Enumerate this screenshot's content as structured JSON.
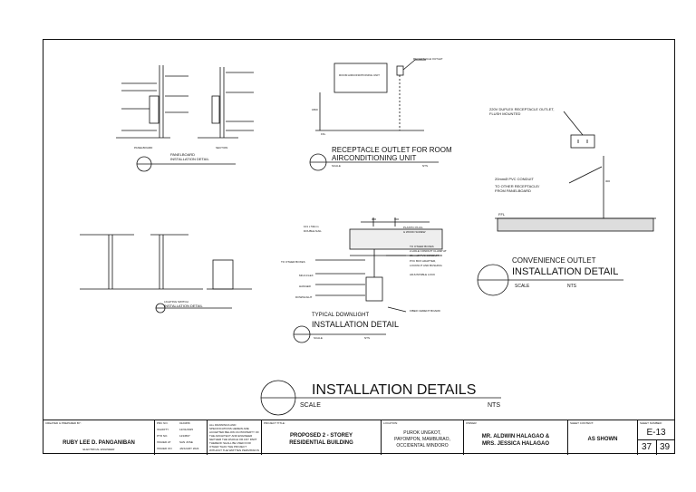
{
  "details": {
    "panelboard": {
      "title_line1": "PANELBOARD",
      "title_line2": "INSTALLATION DETAIL",
      "label_left": "PANELBOARD",
      "label_section": "SECTION"
    },
    "receptacle_ac": {
      "title_line1": "RECEPTACLE OUTLET FOR ROOM",
      "title_line2": "AIRCONDITIONING UNIT",
      "scale_label": "SCALE",
      "scale_value": "NTS",
      "unit_label": "ROOM AIRCONDITIONING UNIT",
      "outlet_label": "RECEPTACLE OUTLET",
      "ffl": "FFL",
      "height": "1800"
    },
    "convenience": {
      "note1": "220V DUPLEX RECEPTACLE OUTLET,",
      "note2": "FLUSH MOUNTED",
      "note3": "20mmØ PVC CONDUIT",
      "note4": "TO OTHER RECEPTACLE/",
      "note5": "FROM PANELBOARD",
      "ffl": "FFL",
      "height": "300",
      "title_line1": "CONVENIENCE OUTLET",
      "title_line2": "INSTALLATION DETAIL",
      "scale_label": "SCALE",
      "scale_value": "NTS"
    },
    "lighting_switch": {
      "title_line1": "LIGHTING SWITCH",
      "title_line2": "INSTALLATION DETAIL"
    },
    "downlight": {
      "title_line1": "TYPICAL DOWNLIGHT",
      "title_line2": "INSTALLATION DETAIL",
      "scale_label": "SCALE",
      "scale_value": "NTS",
      "dim1": "300",
      "dim2": "300",
      "notes": [
        "101 x 50mm",
        "DOUBLE NAIL",
        "PLASTIC PLUG",
        "& WOOD SCREW",
        "TO OTHER BOXES",
        "2-HOLE CONDUIT CLAMP AT",
        "20mmØ PVC CONDUIT",
        "PVC BOX ADAPTER,",
        "LOCKNUT AND BUSHING",
        "ADJUSTABLE LOCK",
        "FIBER CEMENT BOARD"
      ],
      "left_notes": [
        "TO OTHER BOXES",
        "MICA FLEX",
        "HANGER",
        "DOWNLIGHT"
      ]
    }
  },
  "sheet_title": {
    "title": "INSTALLATION DETAILS",
    "scale_label": "SCALE",
    "scale_value": "NTS"
  },
  "title_block": {
    "created_label": "CREATED & PREPARED BY:",
    "engineer_name": "RUBY LEE D. PANGANIBAN",
    "engineer_role": "ELECTRICAL ENGINEER",
    "prc_labels": [
      "PRC NO.",
      "VALIDITY",
      "PTR NO.",
      "ISSUED AT",
      "ISSUED ON"
    ],
    "prc_values": [
      "0123456",
      "12/31/2025",
      "1234567",
      "SAN JOSE",
      "JANUARY 2024"
    ],
    "notice": "ALL DRAWINGS AND SPECIFICATIONS HEREIN ARE ACCEPTED BELOW AS PROPERTY OF THE ARCHITECT AND ENGINEER NEITHER THE WHOLE OR ANY PART THEREOF SHALL BE USED FOR OTHER THAN THE PROJECT WITHOUT THE WRITTEN PERMISSION",
    "project_label": "PROJECT TITLE:",
    "project_line1": "PROPOSED 2 - STOREY",
    "project_line2": "RESIDENTIAL BUILDING",
    "location_label": "LOCATION:",
    "location_line1": "PUROK UNGKOT,",
    "location_line2": "PAYOMPON, MAMBURAO,",
    "location_line3": "OCCIDENTAL MINDORO",
    "owner_label": "OWNER:",
    "owner_line1": "MR. ALDWIN HALAGAO &",
    "owner_line2": "MRS. JESSICA HALAGAO",
    "content_label": "SHEET CONTENT:",
    "content_value": "AS SHOWN",
    "sheet_label": "SHEET NUMBER:",
    "sheet_code": "E-13",
    "sheet_no": "37",
    "sheet_total": "39"
  }
}
